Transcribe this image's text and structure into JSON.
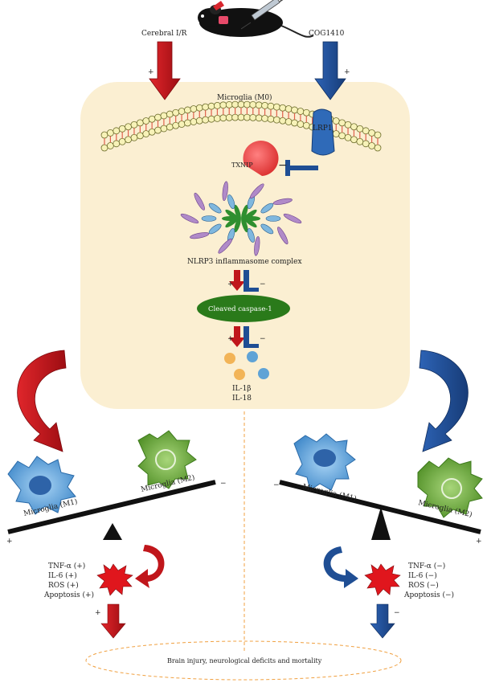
{
  "top": {
    "left_label": "Cerebral I/R",
    "right_label": "COG1410",
    "left_sign": "+",
    "right_sign": "+"
  },
  "cell": {
    "title": "Microglia (M0)",
    "receptor_label": "LRP1",
    "txnip_label": "TXNIP",
    "inhibit_sign": "−",
    "complex_label": "NLRP3 inflammasome complex",
    "caspase_label": "Cleaved caspase-1",
    "step1_plus": "+",
    "step1_minus": "−",
    "step2_plus": "+",
    "step2_minus": "−",
    "cytokine_1": "IL-1β",
    "cytokine_2": "IL-18"
  },
  "left_panel": {
    "m1_label": "Microglia (M1)",
    "m2_label": "Microglia (M2)",
    "low_sign": "+",
    "high_sign": "−",
    "markers": [
      "TNF-α (+)",
      "IL-6 (+)",
      "ROS (+)",
      "Apoptosis (+)"
    ],
    "outcome_sign": "+"
  },
  "right_panel": {
    "m1_label": "Microglia (M1)",
    "m2_label": "Microglia (M2)",
    "high_sign": "−",
    "low_sign": "+",
    "markers": [
      "TNF-α (−)",
      "IL-6 (−)",
      "ROS (−)",
      "Apoptosis (−)"
    ],
    "outcome_sign": "−"
  },
  "outcome": {
    "label": "Brain injury, neurological deficits and mortality"
  },
  "colors": {
    "red": "#c0161b",
    "blue": "#1f4e94",
    "cell_bg": "#fbefd2",
    "m1_blue": "#5aa0d8",
    "m2_green": "#6aa93a",
    "dash_orange": "#f0a040"
  }
}
